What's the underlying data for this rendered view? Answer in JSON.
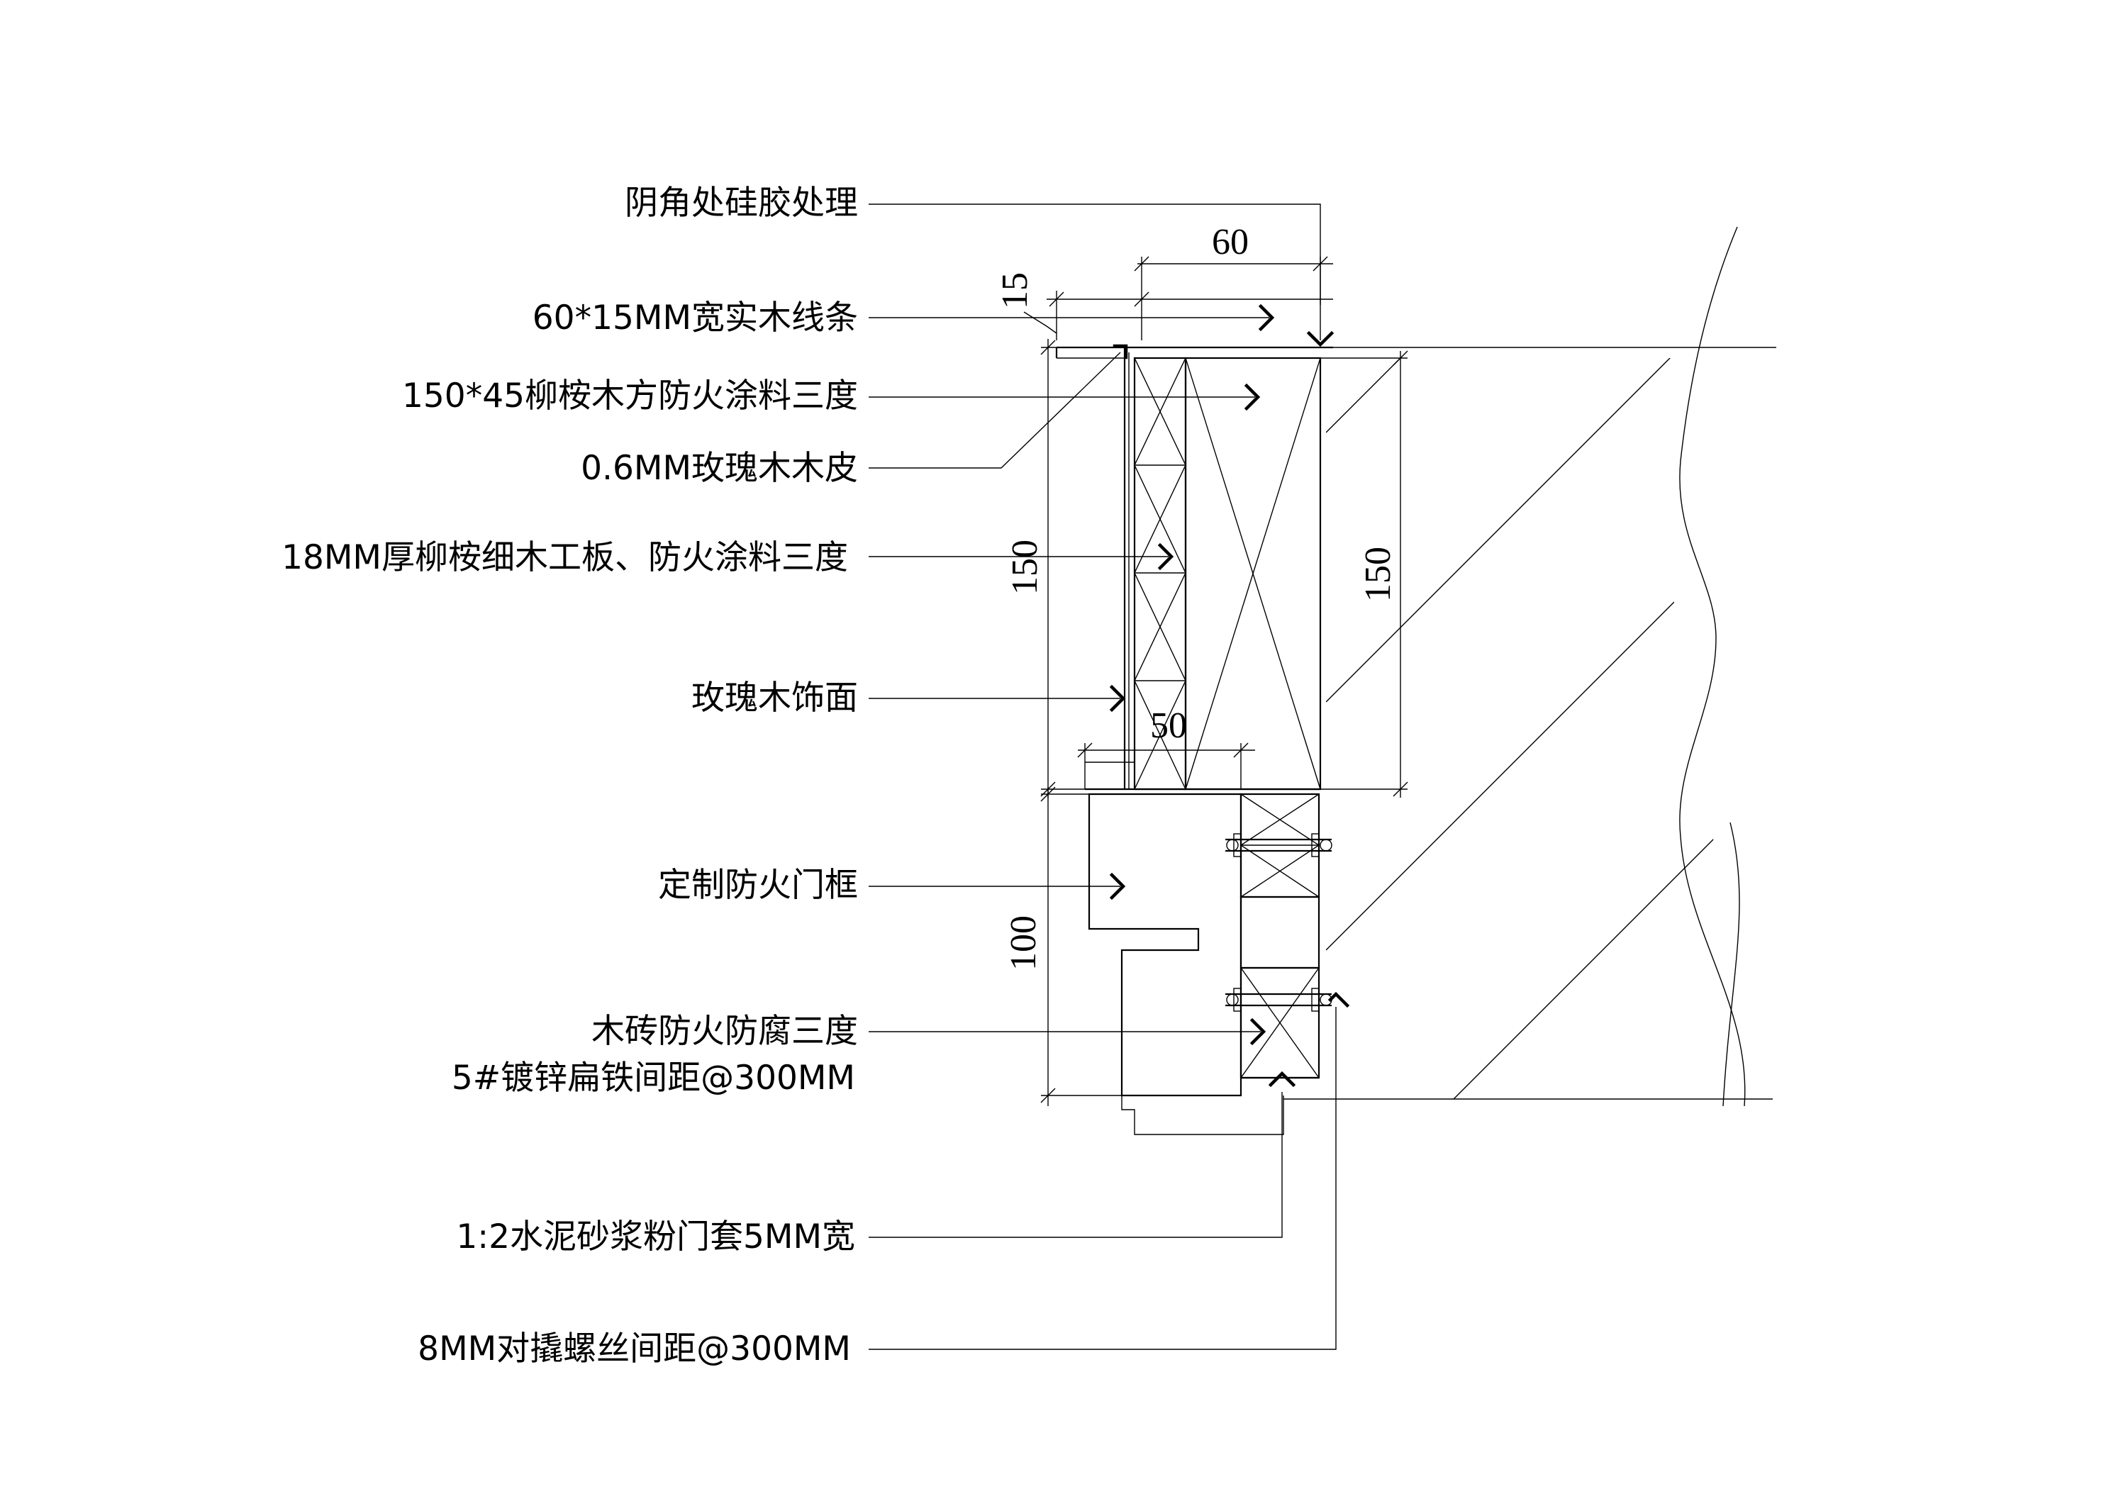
{
  "drawing": {
    "labels": {
      "corner_silicone": "阴角处硅胶处理",
      "solid_wood_strip": "60*15MM宽实木线条",
      "wood_batten": "150*45柳桉木方防火涂料三度",
      "veneer": "0.6MM玫瑰木木皮",
      "blockboard": "18MM厚柳桉细木工板、防火涂料三度",
      "rosewood_face": "玫瑰木饰面",
      "fire_door_frame": "定制防火门框",
      "wood_brick": "木砖防火防腐三度",
      "flat_iron": "5#镀锌扁铁间距@300MM",
      "cement_mortar": "1:2水泥砂浆粉门套5MM宽",
      "bolt": "8MM对撬螺丝间距@300MM"
    },
    "dimensions": {
      "d60": "60",
      "d15": "15",
      "d150_left": "150",
      "d150_right": "150",
      "d50": "50",
      "d100": "100"
    }
  }
}
